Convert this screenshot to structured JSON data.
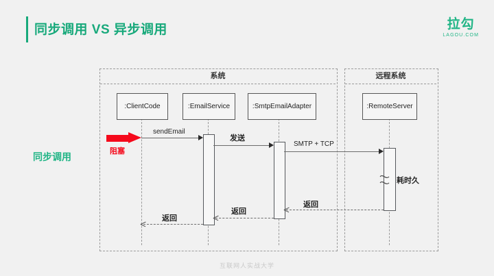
{
  "header": {
    "title": "同步调用 VS 异步调用",
    "logo_mark": "拉勾",
    "logo_sub": "LAGOU.COM",
    "accent_color": "#18a97b"
  },
  "left_caption": "同步调用",
  "footer": "互联网人实战大学",
  "diagram": {
    "type": "uml-sequence-diagram",
    "groups": [
      {
        "id": "system",
        "label": "系统"
      },
      {
        "id": "remote",
        "label": "远程系统"
      }
    ],
    "participants": [
      {
        "id": "client",
        "label": ":ClientCode",
        "group": "system"
      },
      {
        "id": "service",
        "label": ":EmailService",
        "group": "system"
      },
      {
        "id": "adapter",
        "label": ":SmtpEmailAdapter",
        "group": "system"
      },
      {
        "id": "remote",
        "label": ":RemoteServer",
        "group": "remote"
      }
    ],
    "messages": [
      {
        "from": "client",
        "to": "service",
        "label": "sendEmail",
        "style": "solid"
      },
      {
        "from": "service",
        "to": "adapter",
        "label": "发送",
        "style": "solid"
      },
      {
        "from": "adapter",
        "to": "remote",
        "label": "SMTP + TCP",
        "style": "solid"
      },
      {
        "from": "remote",
        "to": "adapter",
        "label": "返回",
        "style": "dashed"
      },
      {
        "from": "adapter",
        "to": "service",
        "label": "返回",
        "style": "dashed"
      },
      {
        "from": "service",
        "to": "client",
        "label": "返回",
        "style": "dashed"
      }
    ],
    "annotations": [
      {
        "id": "blocking",
        "label": "阻塞",
        "color": "#f5091b"
      },
      {
        "id": "long-running",
        "label": "耗时久",
        "color": "#222222"
      }
    ]
  }
}
